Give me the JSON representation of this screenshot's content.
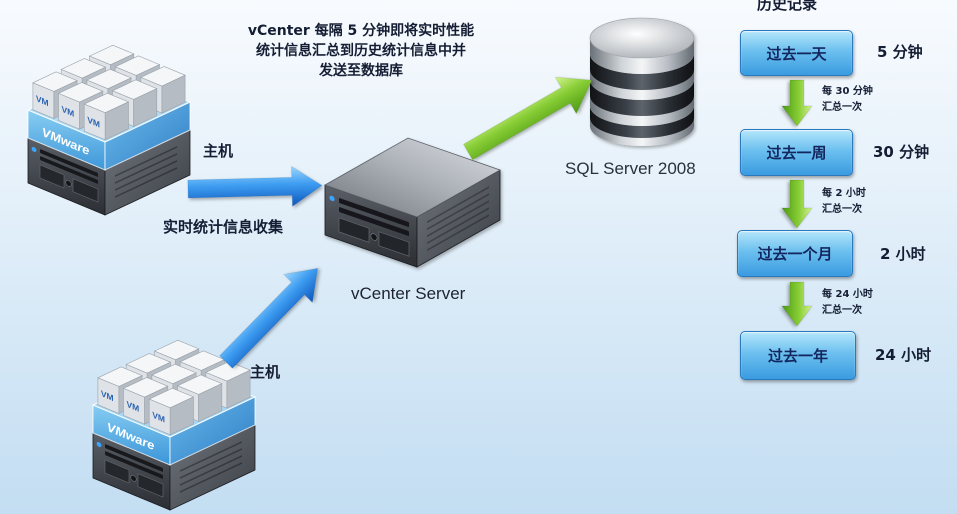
{
  "header": {
    "history_title": "历史记录"
  },
  "summary_note": {
    "lines": [
      "vCenter 每隔 5 分钟即将实时性能",
      "统计信息汇总到历史统计信息中并",
      "发送至数据库"
    ]
  },
  "hosts": [
    {
      "label": "主机"
    },
    {
      "label": "主机"
    }
  ],
  "host_stack": {
    "platform_label": "VMware",
    "vm_label": "VM"
  },
  "collection_label": "实时统计信息收集",
  "vcenter": {
    "label": "vCenter Server"
  },
  "database": {
    "label": "SQL Server 2008"
  },
  "history": [
    {
      "period": "过去一天",
      "interval": "5 分钟"
    },
    {
      "period": "过去一周",
      "interval": "30 分钟"
    },
    {
      "period": "过去一个月",
      "interval": "2 小时"
    },
    {
      "period": "过去一年",
      "interval": "24 小时"
    }
  ],
  "rollups": [
    {
      "line1": "每 30 分钟",
      "line2": "汇总一次"
    },
    {
      "line1": "每 2 小时",
      "line2": "汇总一次"
    },
    {
      "line1": "每 24 小时",
      "line2": "汇总一次"
    }
  ],
  "colors": {
    "flow_arrow": "#3d9cf0",
    "rollup_arrow": "#86cc34",
    "history_box": "#6cc0ef",
    "text": "#141d33"
  }
}
